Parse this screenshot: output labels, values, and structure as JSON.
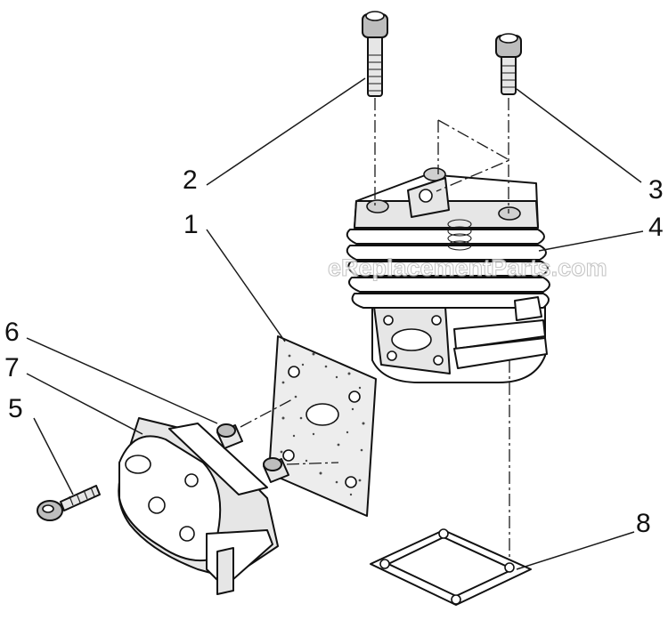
{
  "callouts": {
    "c1": "1",
    "c2": "2",
    "c3": "3",
    "c4": "4",
    "c5": "5",
    "c6": "6",
    "c7": "7",
    "c8": "8"
  },
  "watermark": "eReplacementParts.com"
}
